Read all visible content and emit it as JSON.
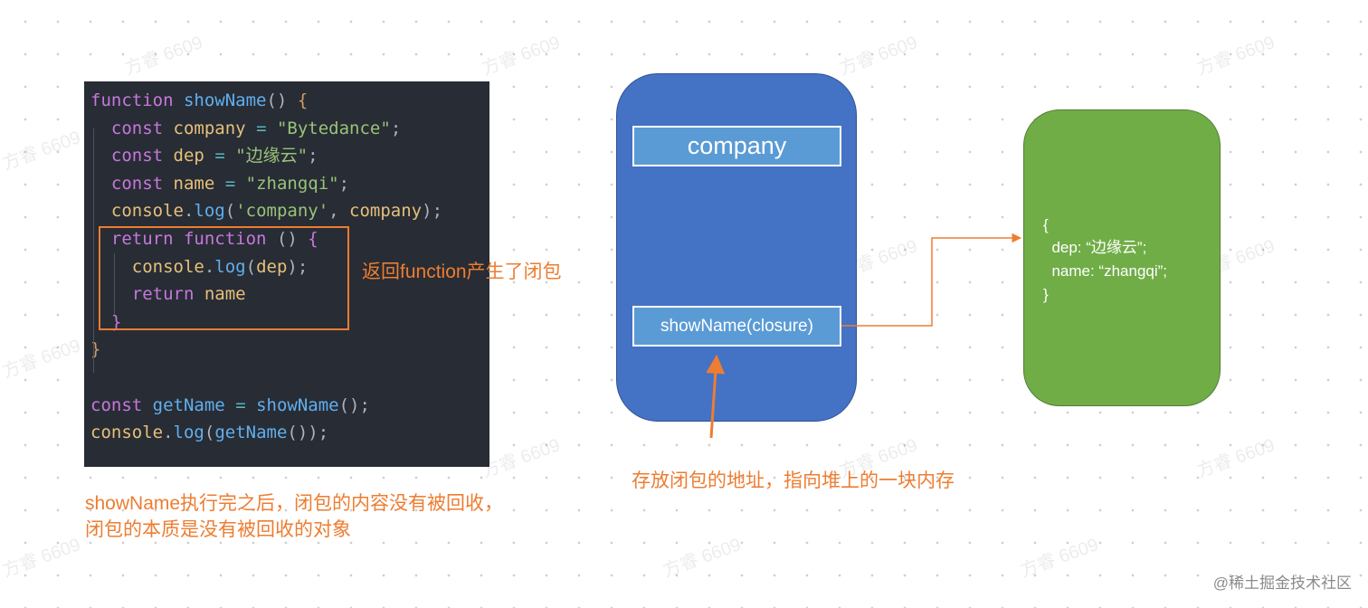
{
  "code": {
    "lines": [
      [
        [
          "k",
          "function"
        ],
        [
          "p",
          " "
        ],
        [
          "f",
          "showName"
        ],
        [
          "p",
          "() "
        ],
        [
          "b",
          "{"
        ]
      ],
      [
        [
          "p",
          "  "
        ],
        [
          "k",
          "const"
        ],
        [
          "p",
          " "
        ],
        [
          "v",
          "company"
        ],
        [
          "p",
          " "
        ],
        [
          "o",
          "="
        ],
        [
          "p",
          " "
        ],
        [
          "s",
          "\"Bytedance\""
        ],
        [
          "p",
          ";"
        ]
      ],
      [
        [
          "p",
          "  "
        ],
        [
          "k",
          "const"
        ],
        [
          "p",
          " "
        ],
        [
          "v",
          "dep"
        ],
        [
          "p",
          " "
        ],
        [
          "o",
          "="
        ],
        [
          "p",
          " "
        ],
        [
          "s",
          "\"边缘云\""
        ],
        [
          "p",
          ";"
        ]
      ],
      [
        [
          "p",
          "  "
        ],
        [
          "k",
          "const"
        ],
        [
          "p",
          " "
        ],
        [
          "v",
          "name"
        ],
        [
          "p",
          " "
        ],
        [
          "o",
          "="
        ],
        [
          "p",
          " "
        ],
        [
          "s",
          "\"zhangqi\""
        ],
        [
          "p",
          ";"
        ]
      ],
      [
        [
          "p",
          "  "
        ],
        [
          "v",
          "console"
        ],
        [
          "p",
          "."
        ],
        [
          "f",
          "log"
        ],
        [
          "p",
          "("
        ],
        [
          "s",
          "'company'"
        ],
        [
          "p",
          ", "
        ],
        [
          "v",
          "company"
        ],
        [
          "p",
          ");"
        ]
      ],
      [
        [
          "p",
          "  "
        ],
        [
          "k",
          "return"
        ],
        [
          "p",
          " "
        ],
        [
          "k",
          "function"
        ],
        [
          "p",
          " () "
        ],
        [
          "k",
          "{"
        ]
      ],
      [
        [
          "p",
          "    "
        ],
        [
          "v",
          "console"
        ],
        [
          "p",
          "."
        ],
        [
          "f",
          "log"
        ],
        [
          "p",
          "("
        ],
        [
          "v",
          "dep"
        ],
        [
          "p",
          ");"
        ]
      ],
      [
        [
          "p",
          "    "
        ],
        [
          "k",
          "return"
        ],
        [
          "p",
          " "
        ],
        [
          "v",
          "name"
        ]
      ],
      [
        [
          "p",
          "  "
        ],
        [
          "k",
          "}"
        ]
      ],
      [
        [
          "b",
          "}"
        ]
      ],
      [],
      [
        [
          "k",
          "const"
        ],
        [
          "p",
          " "
        ],
        [
          "f",
          "getName"
        ],
        [
          "p",
          " "
        ],
        [
          "o",
          "="
        ],
        [
          "p",
          " "
        ],
        [
          "f",
          "showName"
        ],
        [
          "p",
          "();"
        ]
      ],
      [
        [
          "v",
          "console"
        ],
        [
          "p",
          "."
        ],
        [
          "f",
          "log"
        ],
        [
          "p",
          "("
        ],
        [
          "f",
          "getName"
        ],
        [
          "p",
          "());"
        ]
      ]
    ]
  },
  "annotations": {
    "closure_note": "返回function产生了闭包",
    "summary_line1": "showName执行完之后，闭包的内容没有被回收，",
    "summary_line2": "闭包的本质是没有被回收的对象",
    "address_note": "存放闭包的地址，指向堆上的一块内存"
  },
  "stack": {
    "var1": "company",
    "var2": "showName(closure)"
  },
  "heap": {
    "lines": [
      "{",
      "  dep: “边缘云”;",
      "  name: “zhangqi”;",
      "}"
    ]
  },
  "watermark": "方睿 6609",
  "footer": "@稀土掘金技术社区",
  "colors": {
    "accent_orange": "#ed7d31",
    "stack_blue": "#4472c4",
    "var_blue": "#5b9bd5",
    "heap_green": "#70ad47",
    "code_bg": "#282c34"
  }
}
